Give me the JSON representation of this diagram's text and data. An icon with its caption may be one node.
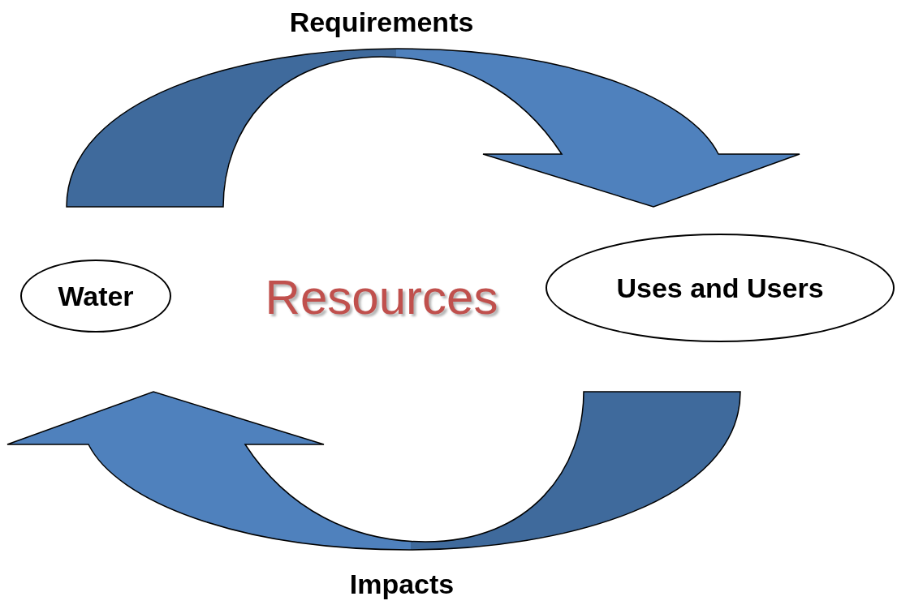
{
  "diagram": {
    "nodes": [
      {
        "text": [
          "Water"
        ]
      },
      {
        "text": [
          "Uses and Users"
        ]
      }
    ],
    "edges": [
      {
        "from": 0,
        "to": 1,
        "arrow": "to",
        "label": "Requirements"
      },
      {
        "from": 1,
        "to": 0,
        "arrow": "to",
        "label": "Impacts"
      }
    ],
    "labels": [
      "Resources"
    ]
  }
}
